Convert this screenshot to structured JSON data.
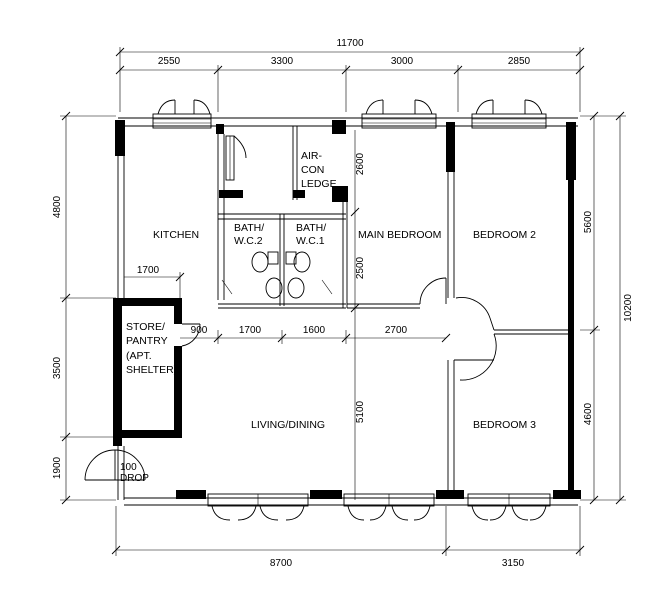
{
  "dimensions": {
    "top_total": "11700",
    "top_segments": [
      "2550",
      "3300",
      "3000",
      "2850"
    ],
    "left": [
      "4800",
      "3500",
      "1900"
    ],
    "right_outer": "10200",
    "right_inner": [
      "5600",
      "4600"
    ],
    "bottom": [
      "8700",
      "3150"
    ],
    "interior": {
      "kitchen_store_width": "1700",
      "store_door": "900",
      "bath_width": "1700",
      "wc_width": "1600",
      "bedroom_width": "2700",
      "airconn_height": "2600",
      "bath_height": "2500",
      "living_height": "5100",
      "drop": "100\nDROP"
    }
  },
  "rooms": {
    "kitchen": "KITCHEN",
    "bath_wc2": [
      "BATH/",
      "W.C.2"
    ],
    "bath_wc1": [
      "BATH/",
      "W.C.1"
    ],
    "aircon_ledge": [
      "AIR-",
      "CON",
      "LEDGE"
    ],
    "main_bedroom": "MAIN BEDROOM",
    "bedroom2": "BEDROOM 2",
    "bedroom3": "BEDROOM 3",
    "store": [
      "STORE/",
      "PANTRY",
      "(APT.",
      "SHELTER)"
    ],
    "living_dining": "LIVING/DINING"
  },
  "drop_label": [
    "100",
    "DROP"
  ]
}
